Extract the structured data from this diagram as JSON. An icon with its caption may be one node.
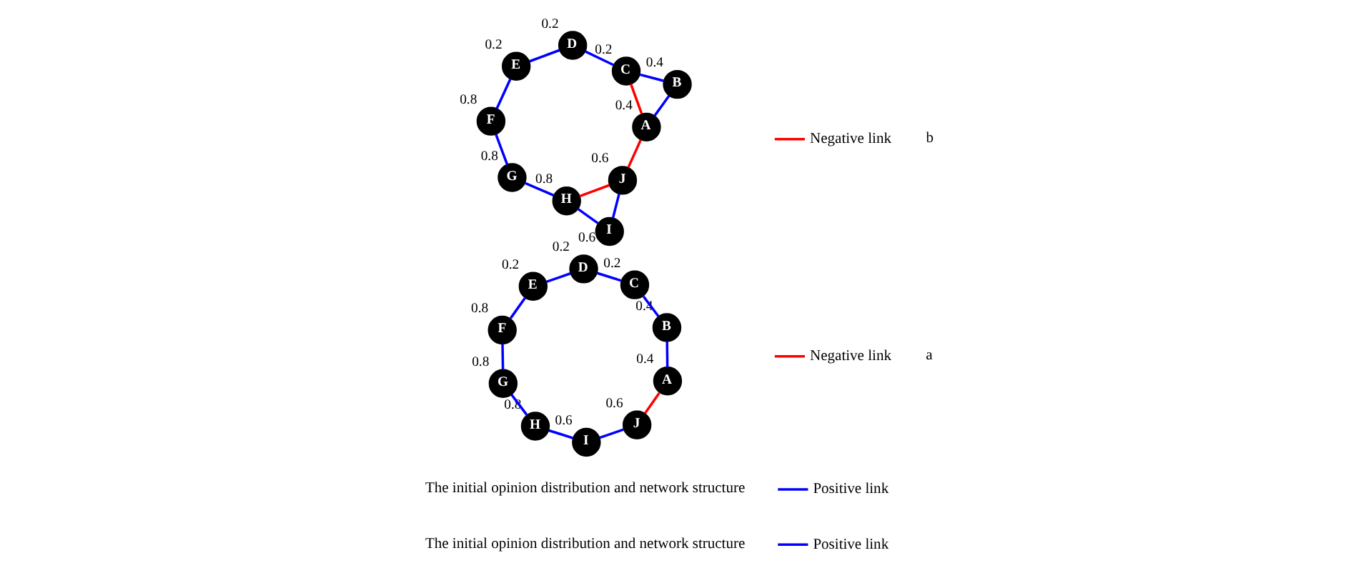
{
  "diagram": {
    "nodes": [
      {
        "text": [
          "A"
        ],
        "beside": [
          "0.4"
        ]
      },
      {
        "text": [
          "B"
        ],
        "beside": [
          "0.4"
        ]
      },
      {
        "text": [
          "C"
        ],
        "beside": [
          "0.2"
        ]
      },
      {
        "text": [
          "D"
        ],
        "beside": [
          "0.2"
        ]
      },
      {
        "text": [
          "E"
        ],
        "beside": [
          "0.2"
        ]
      },
      {
        "text": [
          "F"
        ],
        "beside": [
          "0.8"
        ]
      },
      {
        "text": [
          "G"
        ],
        "beside": [
          "0.8"
        ]
      },
      {
        "text": [
          "H"
        ],
        "beside": [
          "0.8"
        ]
      },
      {
        "text": [
          "I"
        ],
        "beside": [
          "0.6"
        ]
      },
      {
        "text": [
          "J"
        ],
        "beside": [
          "0.6"
        ]
      },
      {
        "text": [
          "A"
        ],
        "beside": [
          "0.4"
        ]
      },
      {
        "text": [
          "B"
        ],
        "beside": [
          "0.4"
        ]
      },
      {
        "text": [
          "C"
        ],
        "beside": [
          "0.2"
        ]
      },
      {
        "text": [
          "D"
        ],
        "beside": [
          "0.2"
        ]
      },
      {
        "text": [
          "E"
        ],
        "beside": [
          "0.2"
        ]
      },
      {
        "text": [
          "F"
        ],
        "beside": [
          "0.8"
        ]
      },
      {
        "text": [
          "G"
        ],
        "beside": [
          "0.8"
        ]
      },
      {
        "text": [
          "H"
        ],
        "beside": [
          "0.8"
        ]
      },
      {
        "text": [
          "I"
        ],
        "beside": [
          "0.6"
        ]
      },
      {
        "text": [
          "J"
        ],
        "beside": [
          "0.6"
        ]
      }
    ],
    "edges": [
      {
        "from": 0,
        "to": 1,
        "arrow": "none"
      },
      {
        "from": 1,
        "to": 2,
        "arrow": "none"
      },
      {
        "from": 2,
        "to": 3,
        "arrow": "none"
      },
      {
        "from": 3,
        "to": 4,
        "arrow": "none"
      },
      {
        "from": 4,
        "to": 5,
        "arrow": "none"
      },
      {
        "from": 5,
        "to": 6,
        "arrow": "none"
      },
      {
        "from": 6,
        "to": 7,
        "arrow": "none"
      },
      {
        "from": 7,
        "to": 8,
        "arrow": "none"
      },
      {
        "from": 8,
        "to": 9,
        "arrow": "none"
      },
      {
        "from": 9,
        "to": 0,
        "arrow": "none",
        "color": "#ff0000"
      },
      {
        "from": 10,
        "to": 11,
        "arrow": "none"
      },
      {
        "from": 11,
        "to": 12,
        "arrow": "none"
      },
      {
        "from": 12,
        "to": 13,
        "arrow": "none"
      },
      {
        "from": 13,
        "to": 14,
        "arrow": "none"
      },
      {
        "from": 14,
        "to": 15,
        "arrow": "none"
      },
      {
        "from": 15,
        "to": 16,
        "arrow": "none"
      },
      {
        "from": 16,
        "to": 17,
        "arrow": "none"
      },
      {
        "from": 17,
        "to": 18,
        "arrow": "none"
      },
      {
        "from": 18,
        "to": 19,
        "arrow": "none"
      },
      {
        "from": 19,
        "to": 10,
        "arrow": "none",
        "color": "#ff0000"
      },
      {
        "from": 12,
        "to": 10,
        "arrow": "none",
        "color": "#ff0000"
      },
      {
        "from": 17,
        "to": 19,
        "arrow": "none",
        "color": "#ff0000"
      }
    ],
    "labels": [
      "a",
      "The initial opinion distribution and network structure",
      "b",
      "The initial opinion distribution and network structure"
    ],
    "legend": [
      {
        "text": "Positive link"
      },
      {
        "text": "Negative link"
      },
      {
        "text": "Positive link"
      },
      {
        "text": "Negative link"
      }
    ]
  }
}
